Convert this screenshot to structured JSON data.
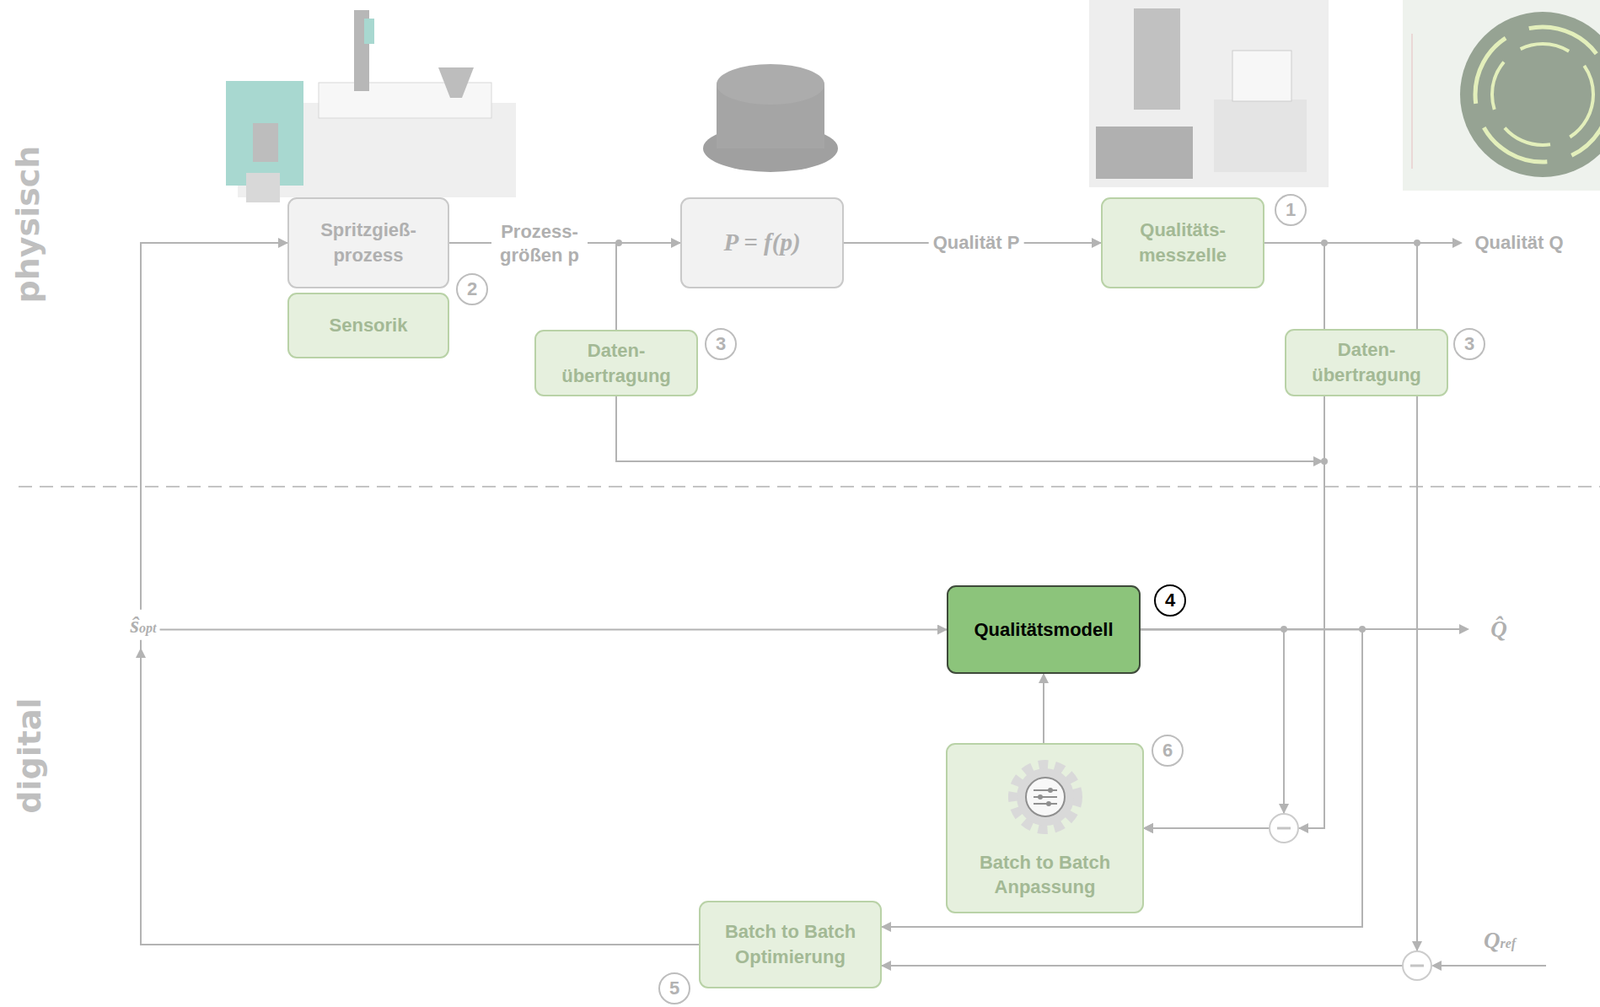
{
  "diagram": {
    "nodes": [
      {
        "text": [
          "Spritzgieß- prozess"
        ]
      },
      {
        "text": [
          "Sensorik"
        ]
      },
      {
        "text": [
          "P = f(p)"
        ]
      },
      {
        "text": [
          "Qualitäts- messzelle"
        ]
      },
      {
        "text": [
          "Daten- übertragung"
        ]
      },
      {
        "text": [
          "Daten- übertragung"
        ]
      },
      {
        "text": [
          "Qualitätsmodell"
        ]
      },
      {
        "text": [
          "Batch to Batch Anpassung"
        ]
      },
      {
        "text": [
          "Batch to Batch Optimierung"
        ]
      }
    ],
    "edges": [
      {
        "from": 0,
        "to": 2,
        "arrow": "to",
        "label": "Prozess- größen p"
      },
      {
        "from": 0,
        "to": 4,
        "arrow": "none"
      },
      {
        "from": 2,
        "to": 3,
        "arrow": "to",
        "label": "Qualität P"
      },
      {
        "from": 3,
        "to": 5,
        "arrow": "none"
      },
      {
        "from": 4,
        "to": 7,
        "arrow": "to"
      },
      {
        "from": 5,
        "to": 7,
        "arrow": "to"
      },
      {
        "from": 3,
        "to": 8,
        "arrow": "to"
      },
      {
        "from": 6,
        "to": 7,
        "arrow": "to"
      },
      {
        "from": 7,
        "to": 6,
        "arrow": "to"
      },
      {
        "from": 6,
        "to": 8,
        "arrow": "to"
      },
      {
        "from": 8,
        "to": 0,
        "arrow": "to"
      },
      {
        "from": 8,
        "to": 6,
        "arrow": "to"
      }
    ],
    "labels": [
      "physisch",
      "digital",
      "1",
      "2",
      "3",
      "3",
      "4",
      "5",
      "6",
      "Qualität Q",
      "ŝopt",
      "Q̂",
      "Qref"
    ]
  }
}
